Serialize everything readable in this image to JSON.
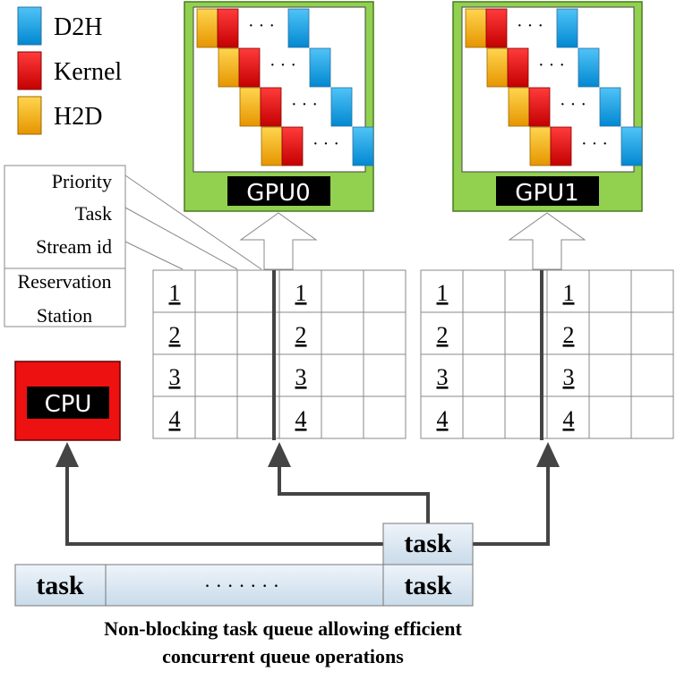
{
  "legend": {
    "items": [
      {
        "label": "D2H",
        "color": "#1ba1e2"
      },
      {
        "label": "Kernel",
        "color": "#e51b1b"
      },
      {
        "label": "H2D",
        "color": "#f5b41a"
      }
    ]
  },
  "station": {
    "fields": [
      "Priority",
      "Task",
      "Stream id"
    ],
    "label_line1": "Reservation",
    "label_line2": "Station"
  },
  "gpus": [
    {
      "label": "GPU0",
      "rows": [
        "1",
        "2",
        "3",
        "4"
      ],
      "dots": "· · ·"
    },
    {
      "label": "GPU1",
      "rows": [
        "1",
        "2",
        "3",
        "4"
      ],
      "dots": "· · ·"
    }
  ],
  "cpu": {
    "label": "CPU"
  },
  "queue": {
    "head_task": "task",
    "middle_dots": "· · · · · · ·",
    "tail_task": "task",
    "popped_task": "task"
  },
  "caption": {
    "line1": "Non-blocking task queue allowing efficient",
    "line2": "concurrent queue operations"
  },
  "colors": {
    "gpu_frame": "#92d050",
    "cpu_fill": "#ee1111",
    "label_bg": "#000000",
    "queue_fill": "#dbe8f3",
    "arrow": "#444444"
  }
}
